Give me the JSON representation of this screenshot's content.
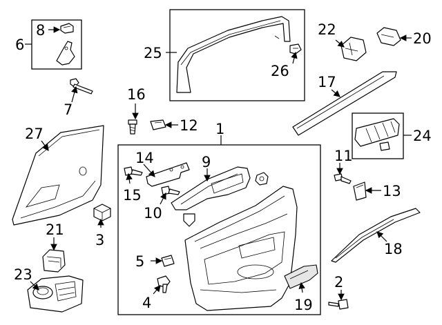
{
  "callouts": {
    "c1": "1",
    "c2": "2",
    "c3": "3",
    "c4": "4",
    "c5": "5",
    "c6": "6",
    "c7": "7",
    "c8": "8",
    "c9": "9",
    "c10": "10",
    "c11": "11",
    "c12": "12",
    "c13": "13",
    "c14": "14",
    "c15": "15",
    "c16": "16",
    "c17": "17",
    "c18": "18",
    "c19": "19",
    "c20": "20",
    "c21": "21",
    "c22": "22",
    "c23": "23",
    "c24": "24",
    "c25": "25",
    "c26": "26",
    "c27": "27"
  },
  "colors": {
    "line": "#000000",
    "background": "#ffffff",
    "shade": "#e6e6e6"
  }
}
